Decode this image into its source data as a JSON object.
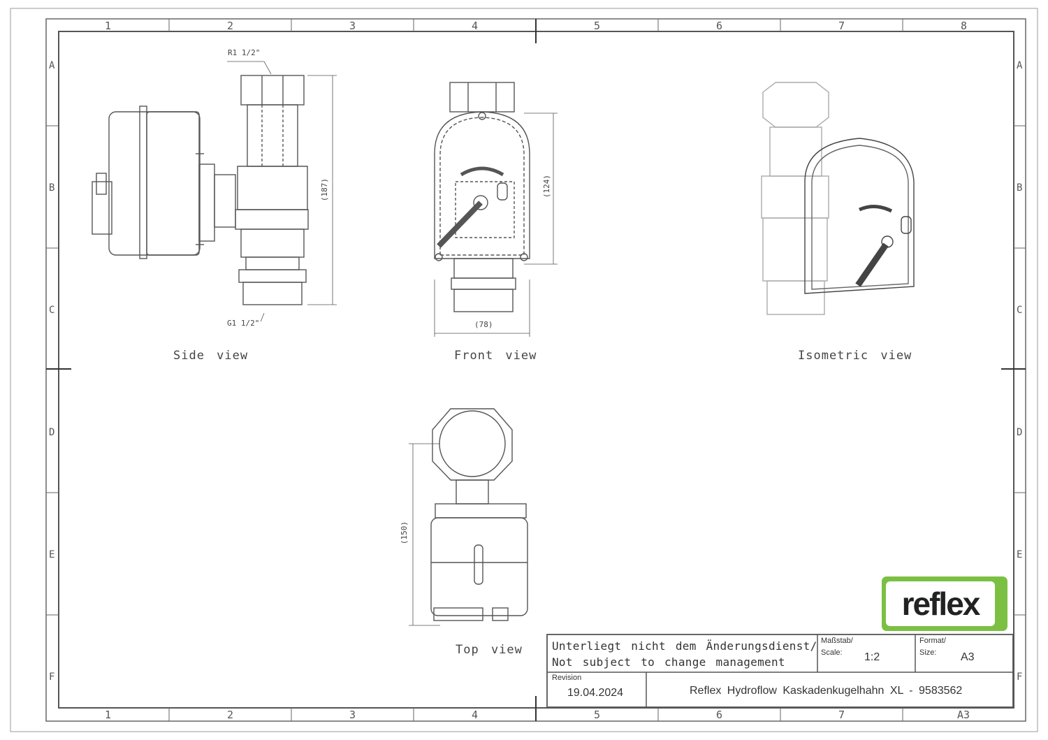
{
  "frame": {
    "columns": [
      "1",
      "2",
      "3",
      "4",
      "5",
      "6",
      "7",
      "8"
    ],
    "bottom_columns": [
      "1",
      "2",
      "3",
      "4",
      "5",
      "6",
      "7",
      "A3"
    ],
    "rows": [
      "A",
      "B",
      "C",
      "D",
      "E",
      "F"
    ]
  },
  "views": {
    "side": "Side view",
    "front": "Front view",
    "isometric": "Isometric view",
    "top": "Top view"
  },
  "dimensions": {
    "thread_top": "R1 1/2\"",
    "thread_bottom": "G1 1/2\"",
    "side_height": "(187)",
    "front_height": "(124)",
    "front_width": "(78)",
    "top_length": "(150)"
  },
  "title_block": {
    "note_line1": "Unterliegt nicht dem Änderungsdienst/",
    "note_line2": "Not subject to change management",
    "scale_label": "Maßstab/\nScale:",
    "scale_label_1": "Maßstab/",
    "scale_label_2": "Scale:",
    "scale_value": "1:2",
    "format_label_1": "Format/",
    "format_label_2": "Size:",
    "format_value": "A3",
    "revision_label": "Revision",
    "revision_value": "19.04.2024",
    "title": "Reflex Hydroflow Kaskadenkugelhahn XL - 9583562"
  },
  "logo": {
    "text": "reflex",
    "color": "#7bc043"
  }
}
